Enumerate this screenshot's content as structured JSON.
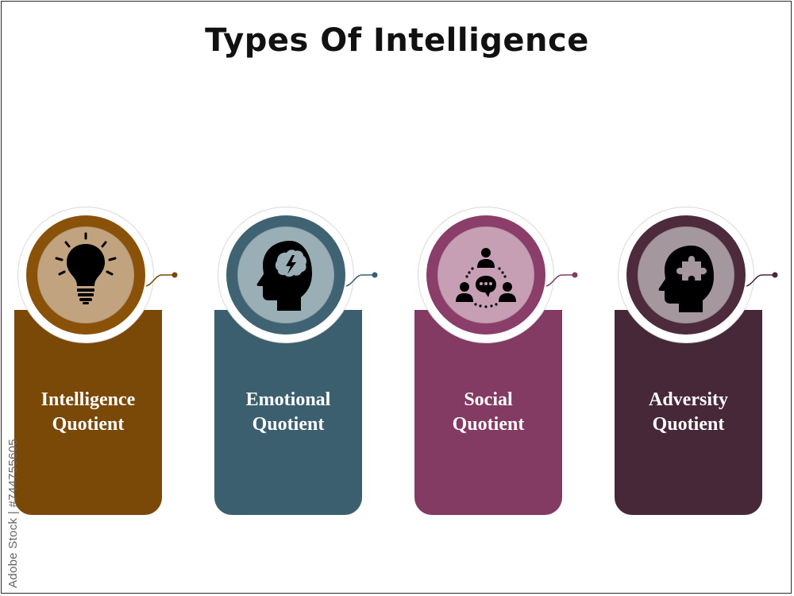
{
  "title": "Types Of Intelligence",
  "watermark": "Adobe Stock | #744755605",
  "cards": [
    {
      "line1": "Intelligence",
      "line2": "Quotient",
      "icon": "lightbulb-icon",
      "body_color": "#7a4807",
      "mid_color": "#8a5208",
      "inner_color": "#c2a37f",
      "line_color": "#7a4807"
    },
    {
      "line1": "Emotional",
      "line2": "Quotient",
      "icon": "brain-head-icon",
      "body_color": "#3b5f6e",
      "mid_color": "#3f6373",
      "inner_color": "#9aaeb6",
      "line_color": "#3b5f6e"
    },
    {
      "line1": "Social",
      "line2": "Quotient",
      "icon": "social-network-icon",
      "body_color": "#833a63",
      "mid_color": "#8b3e69",
      "inner_color": "#c79fb4",
      "line_color": "#833a63"
    },
    {
      "line1": "Adversity",
      "line2": "Quotient",
      "icon": "puzzle-head-icon",
      "body_color": "#472838",
      "mid_color": "#4d2b3c",
      "inner_color": "#a4979d",
      "line_color": "#472838"
    }
  ]
}
